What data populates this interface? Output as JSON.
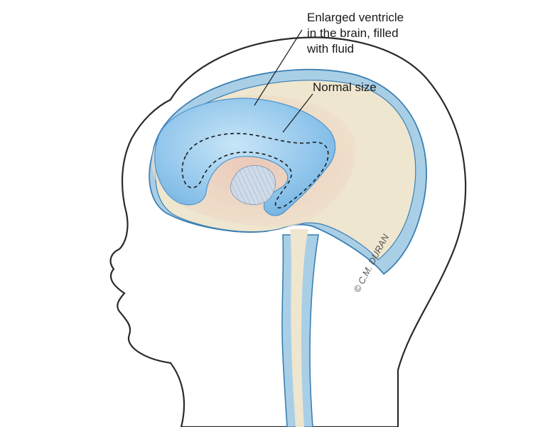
{
  "diagram": {
    "labels": {
      "enlarged_ventricle": [
        "Enlarged ventricle",
        "in the brain, filled",
        "with fluid"
      ],
      "normal_size": "Normal size"
    },
    "credit": "© C.M. DURAN"
  },
  "colors": {
    "background": "#ffffff",
    "outline": "#2a2a2a",
    "skull_fluid": "#a9cfe6",
    "brain_tissue": "#efe6cf",
    "brain_pink": "#e6c4b6",
    "ventricle": "#8fc4ec",
    "ventricle_light": "#b9dcf4",
    "thalamus": "#c9d6e4"
  }
}
